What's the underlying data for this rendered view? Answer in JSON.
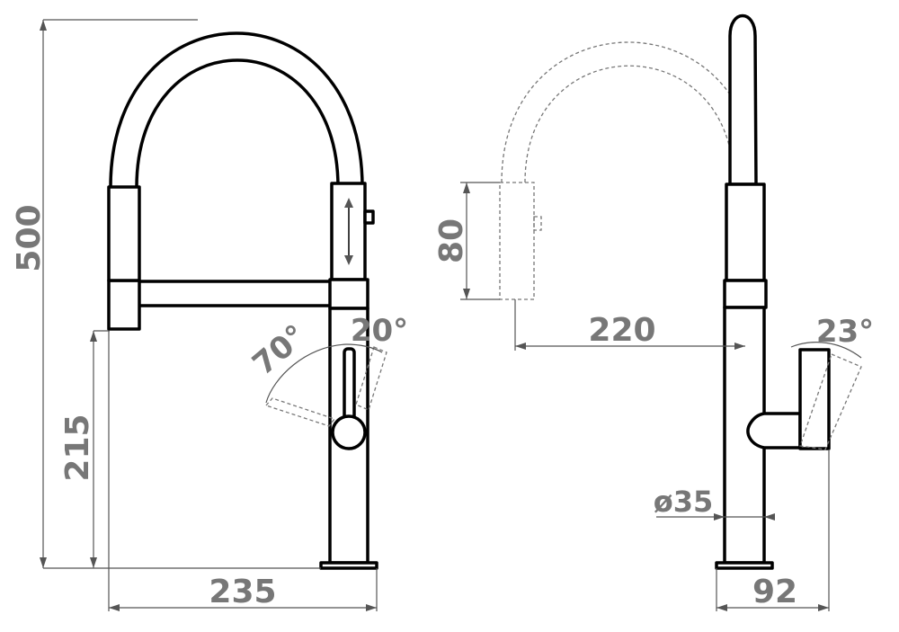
{
  "front_view": {
    "height_total": "500",
    "height_spout": "215",
    "width": "235",
    "lever_angle_back": "70°",
    "lever_angle_front": "20°"
  },
  "side_view": {
    "spray_head_height": "80",
    "reach": "220",
    "lever_angle": "23°",
    "body_diameter": "ø35",
    "base_depth": "92"
  },
  "colors": {
    "outline": "#000000",
    "dimension": "#777777",
    "hidden_line": "#777777"
  }
}
